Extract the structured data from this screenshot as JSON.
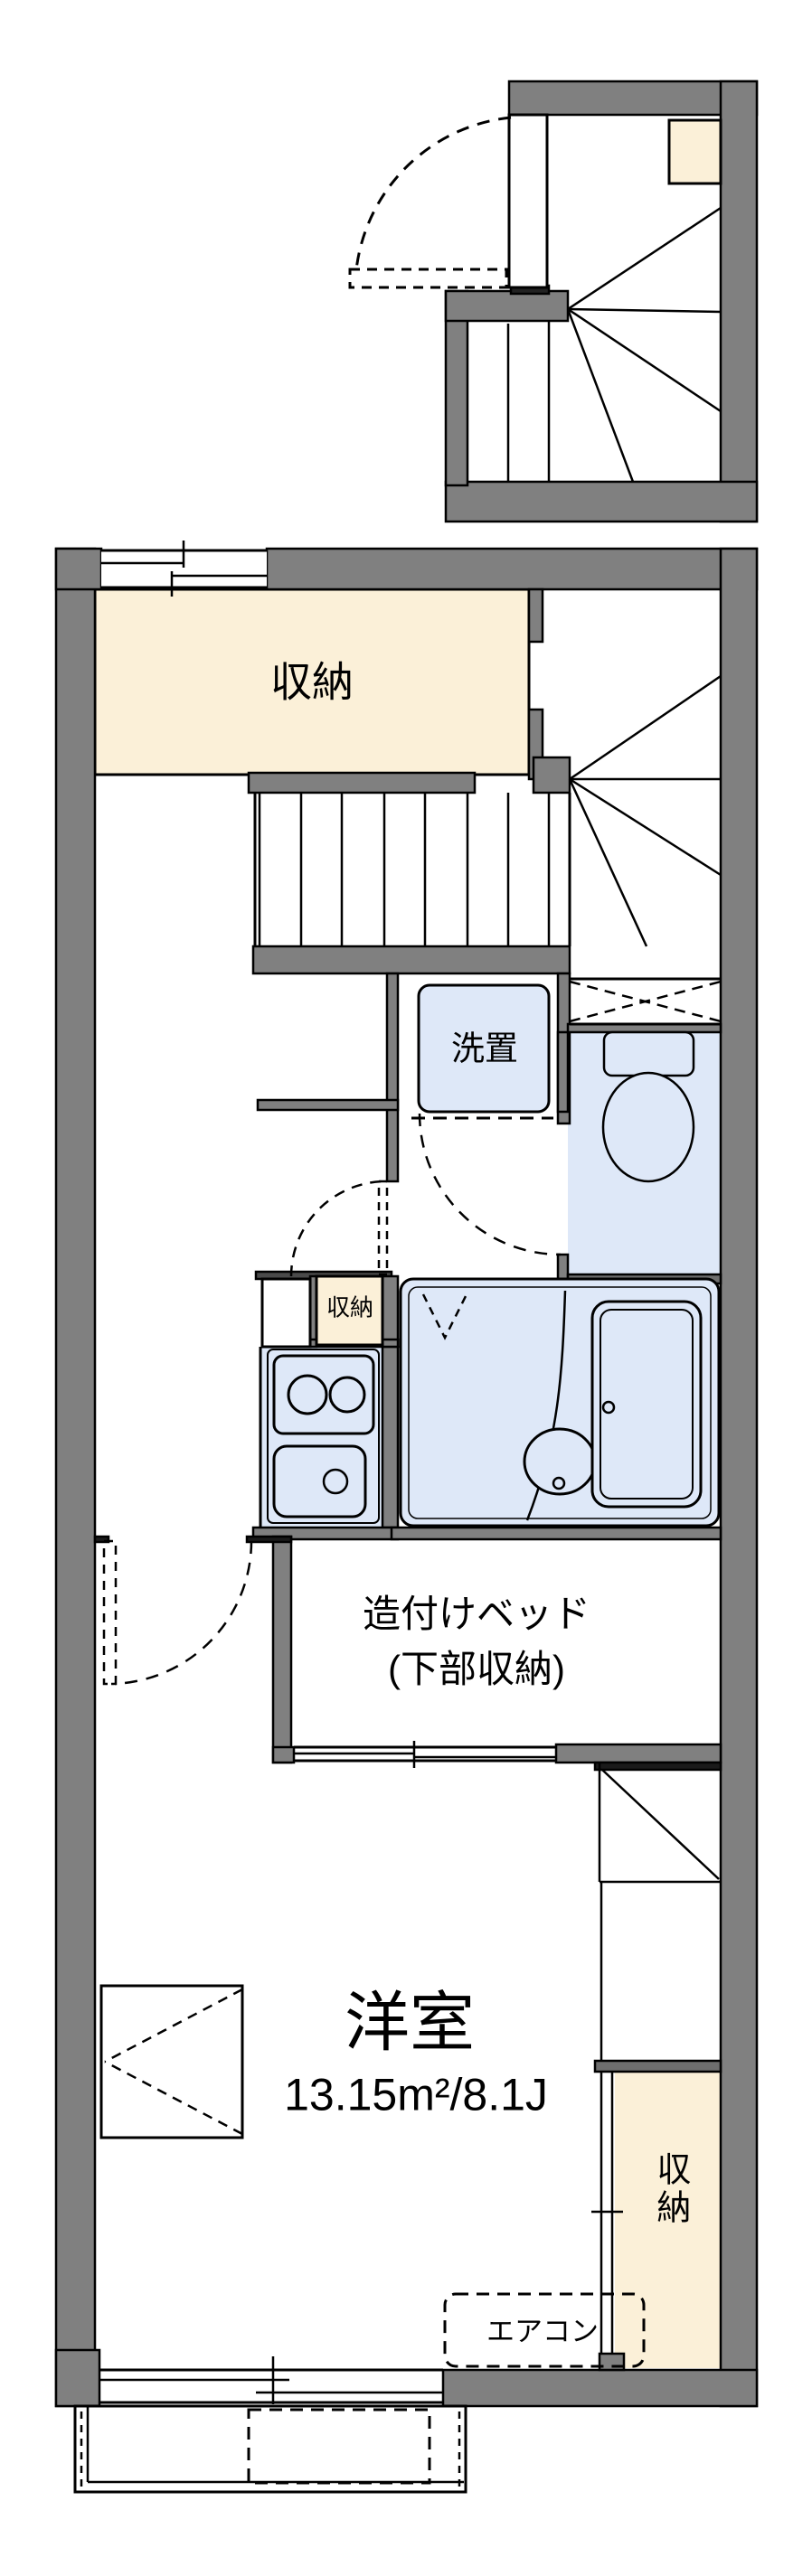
{
  "plan": {
    "type": "floor-plan",
    "labels": {
      "storage_top": "収納",
      "washer_place": "洗置",
      "storage_small": "収納",
      "built_in_bed_line1": "造付けベッド",
      "built_in_bed_line2": "(下部収納)",
      "room_name": "洋室",
      "room_area": "13.15m²/8.1J",
      "storage_right": "収納",
      "air_conditioner": "エアコン"
    },
    "colors": {
      "wall_gray": "#808080",
      "storage_cream": "#FBF0D8",
      "fixture_blue": "#DEE8F8",
      "line_black": "#000000",
      "floor_white": "#FFFFFF"
    }
  }
}
